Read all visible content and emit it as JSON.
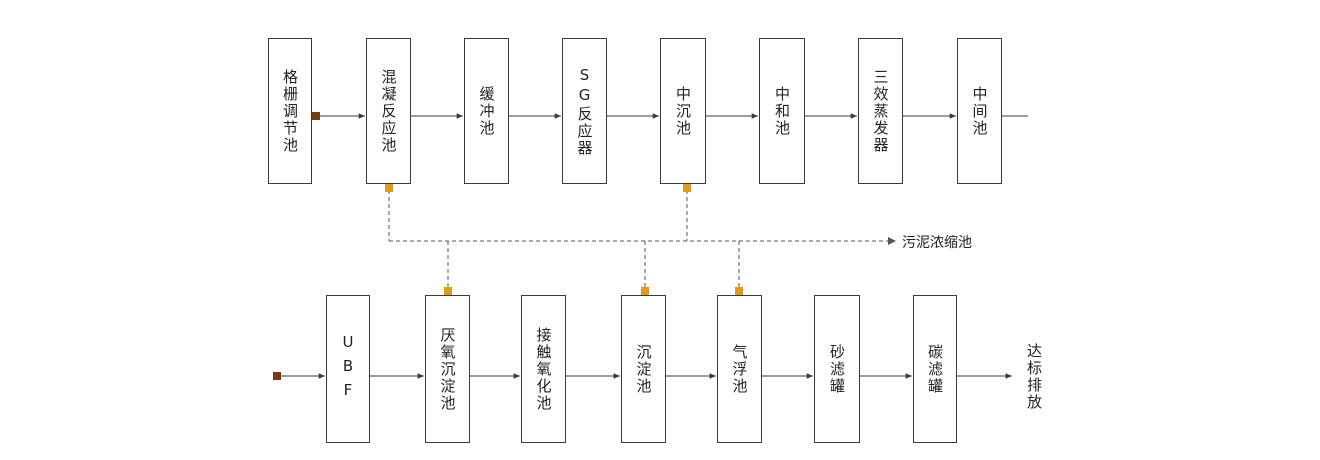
{
  "top_row": [
    {
      "id": "grille",
      "label": "格栅调节池"
    },
    {
      "id": "coag",
      "label": "混凝反应池"
    },
    {
      "id": "buffer",
      "label": "缓冲池"
    },
    {
      "id": "sg",
      "label": "SG反应器"
    },
    {
      "id": "midsettle",
      "label": "中沉池"
    },
    {
      "id": "neutral",
      "label": "中和池"
    },
    {
      "id": "evap",
      "label": "三效蒸发器"
    },
    {
      "id": "middle",
      "label": "中间池"
    }
  ],
  "bottom_row": [
    {
      "id": "ubf",
      "label": "UBF"
    },
    {
      "id": "anaerobic",
      "label": "厌氧沉淀池"
    },
    {
      "id": "contact",
      "label": "接触氧化池"
    },
    {
      "id": "settle",
      "label": "沉淀池"
    },
    {
      "id": "float",
      "label": "气浮池"
    },
    {
      "id": "sand",
      "label": "砂滤罐"
    },
    {
      "id": "carbon",
      "label": "碳滤罐"
    }
  ],
  "sludge_label": "污泥浓缩池",
  "outlet_label": "达标排放",
  "colors": {
    "line": "#3a3a3a",
    "inlet": "#7a3a10",
    "sludge_node": "#e39a1a"
  }
}
